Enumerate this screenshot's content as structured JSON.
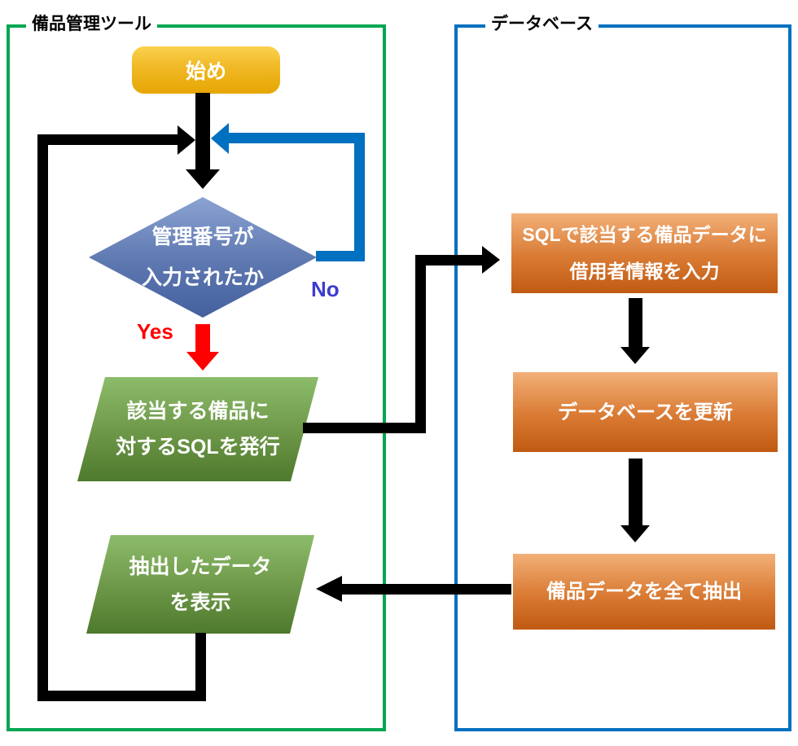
{
  "groups": {
    "tool": {
      "title": "備品管理ツール",
      "border_color": "#00A651"
    },
    "database": {
      "title": "データベース",
      "border_color": "#0070C0"
    }
  },
  "nodes": {
    "start": {
      "label": "始め",
      "fill_top": "#FAD14E",
      "fill_bottom": "#E6A603"
    },
    "decision": {
      "line1": "管理番号が",
      "line2": "入力されたか",
      "fill_top": "#8BA3D2",
      "fill_bottom": "#44619F"
    },
    "issue_sql": {
      "line1": "該当する備品に",
      "line2": "対するSQLを発行",
      "fill_top": "#8CBC6A",
      "fill_bottom": "#4E7A2D"
    },
    "display_data": {
      "line1": "抽出したデータ",
      "line2": "を表示",
      "fill_top": "#8CBC6A",
      "fill_bottom": "#4E7A2D"
    },
    "input_borrower": {
      "line1": "SQLで該当する備品データに",
      "line2": "借用者情報を入力",
      "fill_top": "#F2B078",
      "fill_bottom": "#C05A12"
    },
    "update_db": {
      "label": "データベースを更新",
      "fill_top": "#F2B078",
      "fill_bottom": "#C05A12"
    },
    "extract_all": {
      "label": "備品データを全て抽出",
      "fill_top": "#F2B078",
      "fill_bottom": "#C05A12"
    }
  },
  "branch_labels": {
    "yes": {
      "text": "Yes",
      "color": "#FF0000"
    },
    "no": {
      "text": "No",
      "color": "#3E3BD0"
    }
  },
  "arrow_colors": {
    "default": "#000000",
    "no_loop": "#0070C0",
    "yes": "#FF0000"
  }
}
